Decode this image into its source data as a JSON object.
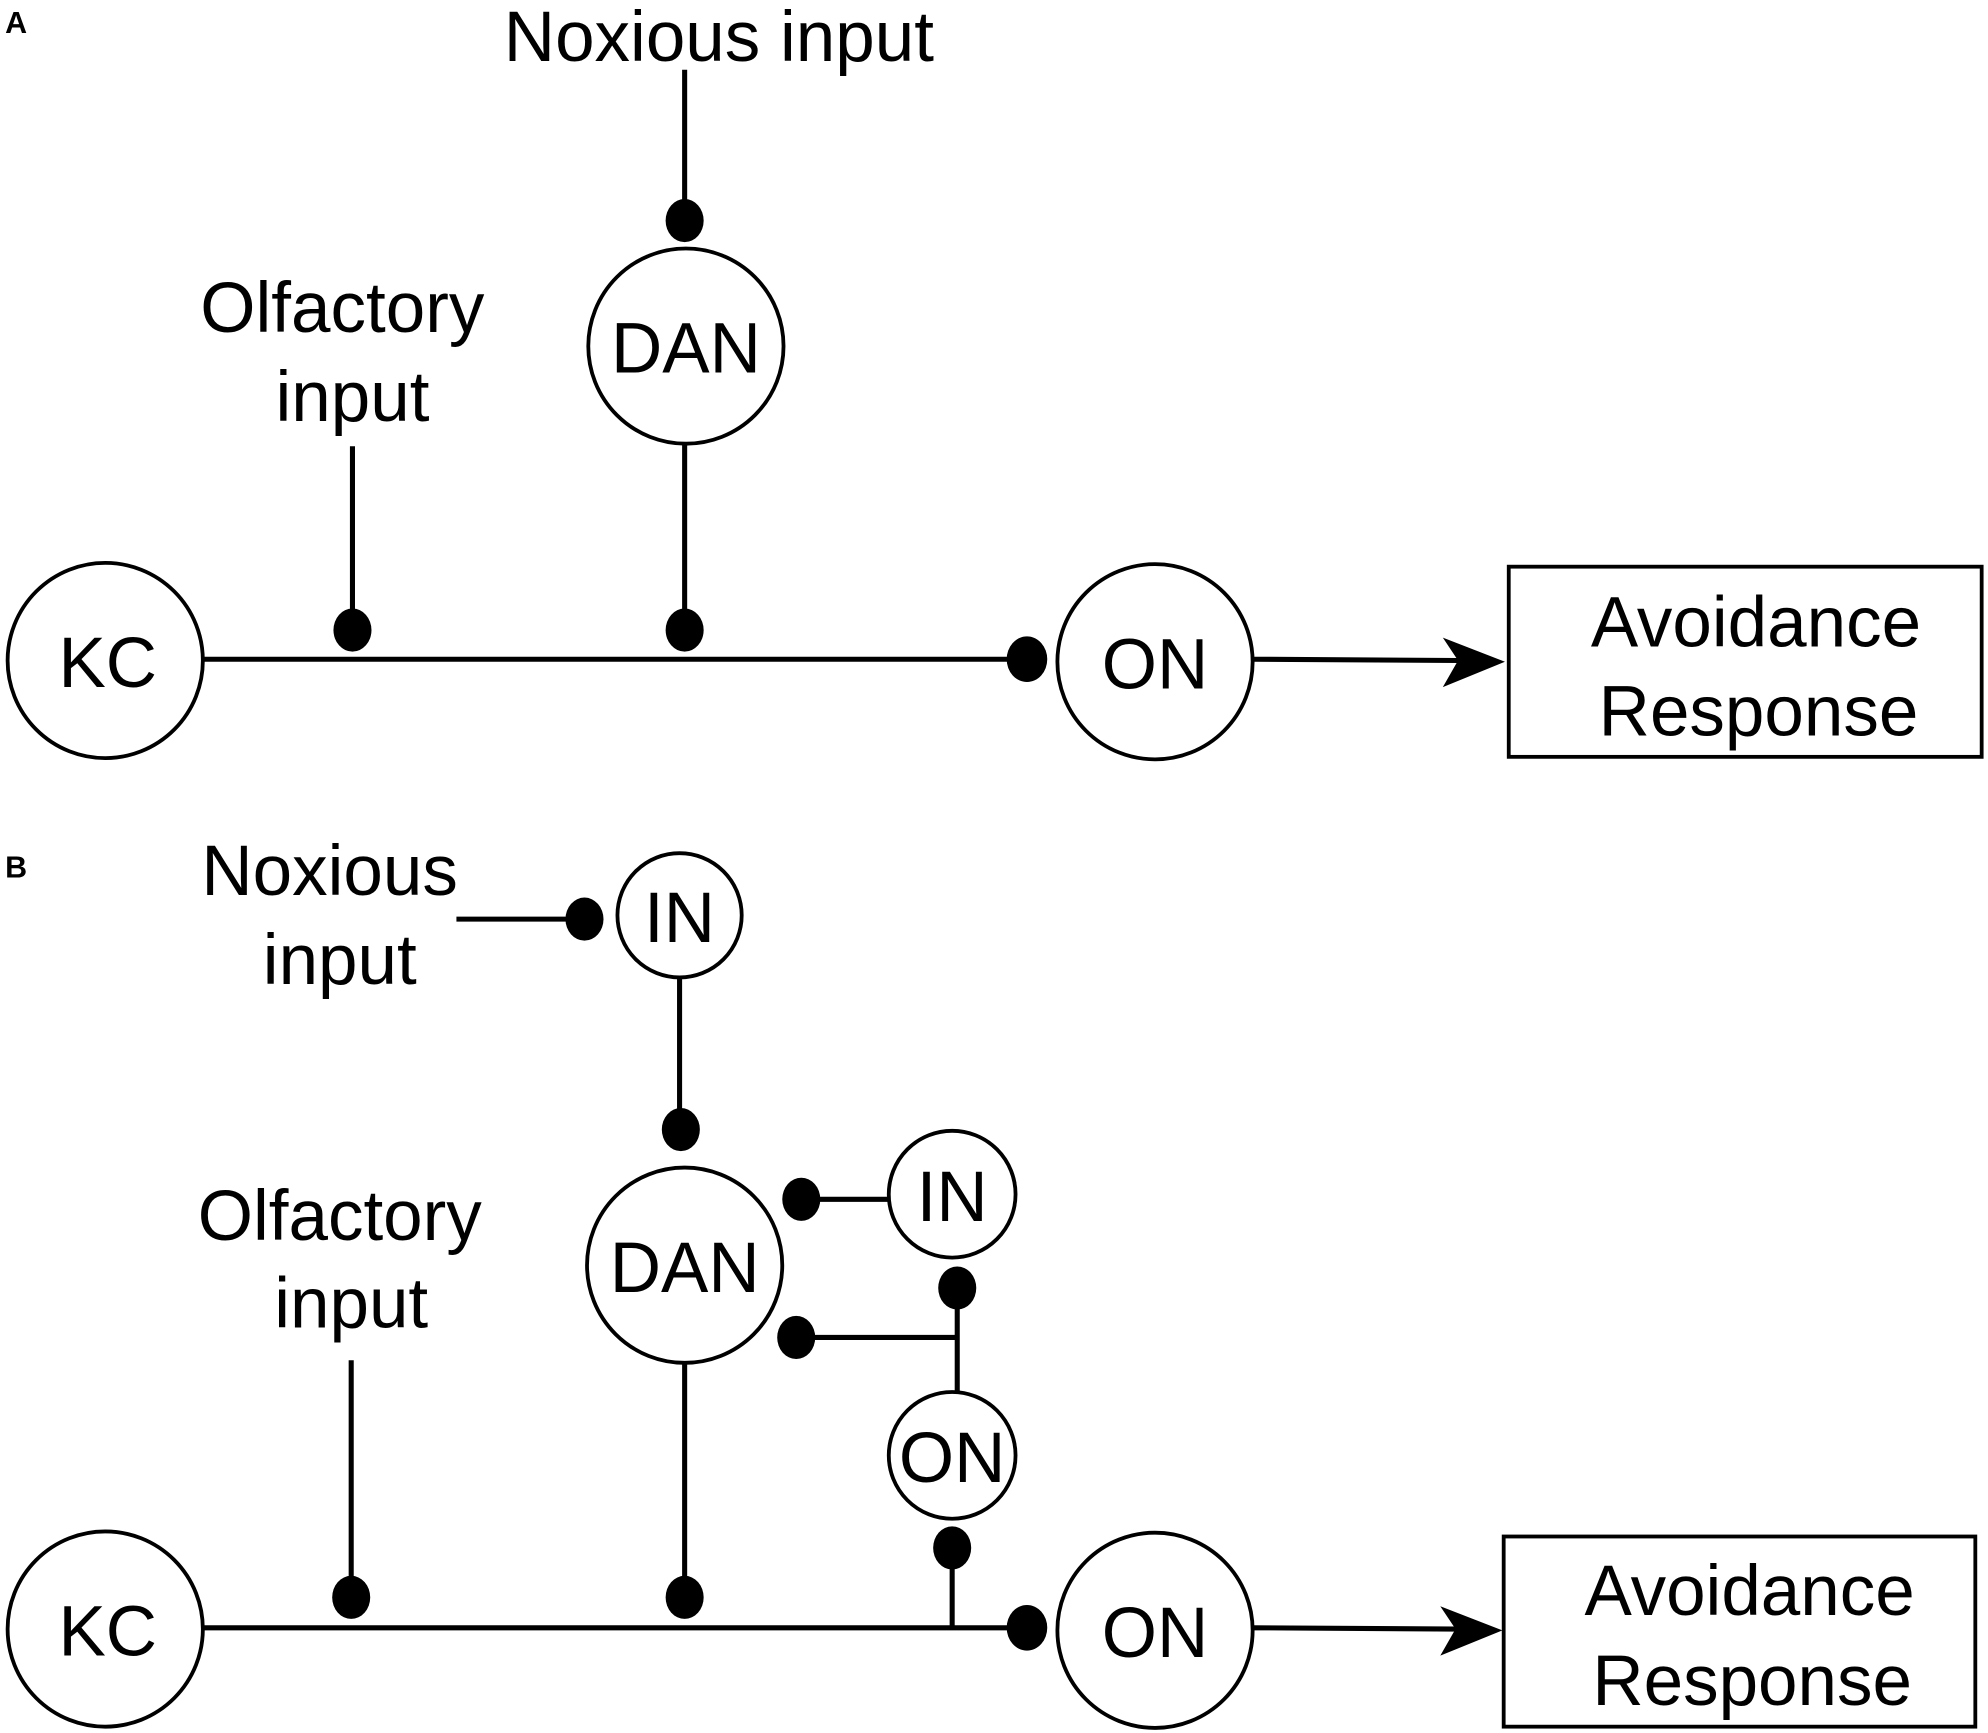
{
  "panel_a": {
    "label": "A",
    "noxious_input": "Noxious input",
    "olfactory_line1": "Olfactory",
    "olfactory_line2": "input",
    "nodes": {
      "dan": "DAN",
      "kc": "KC",
      "on": "ON"
    },
    "response_line1": "Avoidance",
    "response_line2": "Response"
  },
  "panel_b": {
    "label": "B",
    "noxious_line1": "Noxious",
    "noxious_line2": "input",
    "olfactory_line1": "Olfactory",
    "olfactory_line2": "input",
    "nodes": {
      "in_top": "IN",
      "dan": "DAN",
      "in_side": "IN",
      "on_small": "ON",
      "kc": "KC",
      "on": "ON"
    },
    "response_line1": "Avoidance",
    "response_line2": "Response"
  }
}
